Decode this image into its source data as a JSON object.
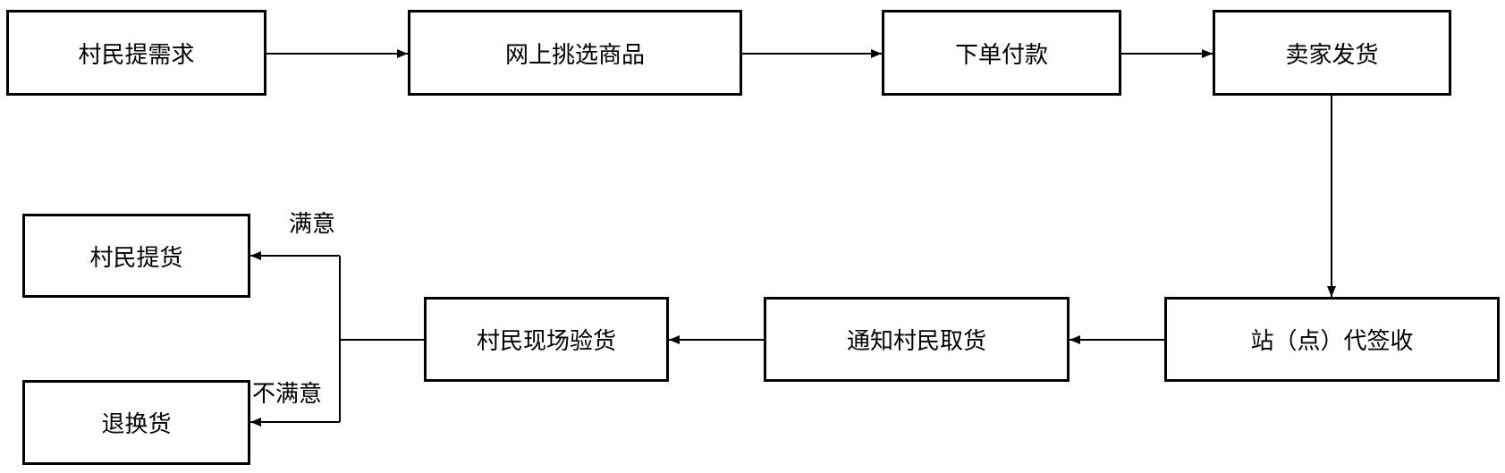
{
  "nodes": {
    "demand": "村民提需求",
    "select": "网上挑选商品",
    "pay": "下单付款",
    "ship": "卖家发货",
    "station": "站（点）代签收",
    "notify": "通知村民取货",
    "inspect": "村民现场验货",
    "pickup": "村民提货",
    "return": "退换货"
  },
  "edge_labels": {
    "satisfied": "满意",
    "unsatisfied": "不满意"
  }
}
